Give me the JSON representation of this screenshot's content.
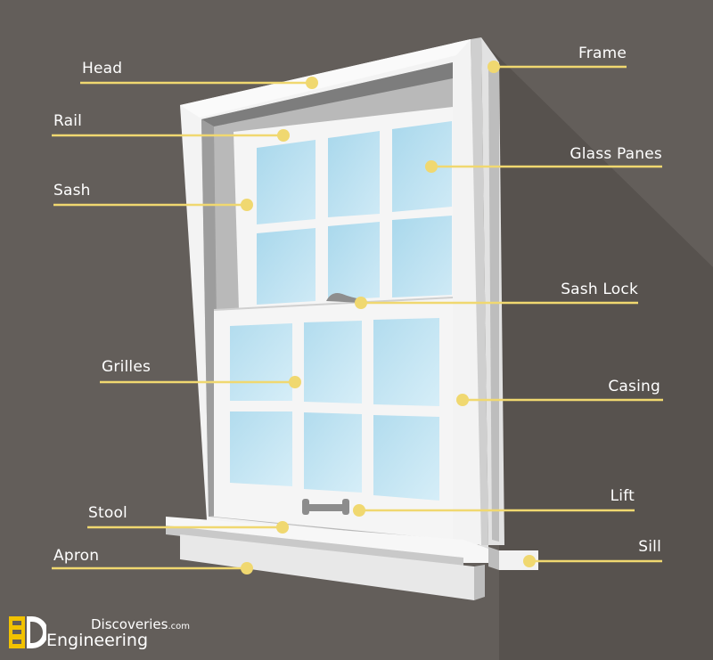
{
  "labels": {
    "head": "Head",
    "rail": "Rail",
    "sash": "Sash",
    "grilles": "Grilles",
    "stool": "Stool",
    "apron": "Apron",
    "frame": "Frame",
    "glass_panes": "Glass Panes",
    "sash_lock": "Sash Lock",
    "casing": "Casing",
    "lift": "Lift",
    "sill": "Sill"
  },
  "brand": {
    "discoveries": "Discoveries",
    "domain_suffix": ".com",
    "engineering": "Engineering"
  },
  "colors": {
    "background": "#635e5a",
    "leader_line": "#f0d870",
    "label_text": "#ffffff",
    "glass": "#b8e0f0",
    "frame_white": "#f4f4f4",
    "frame_shadow": "#b4b4b4",
    "logo_yellow": "#f2c200"
  }
}
